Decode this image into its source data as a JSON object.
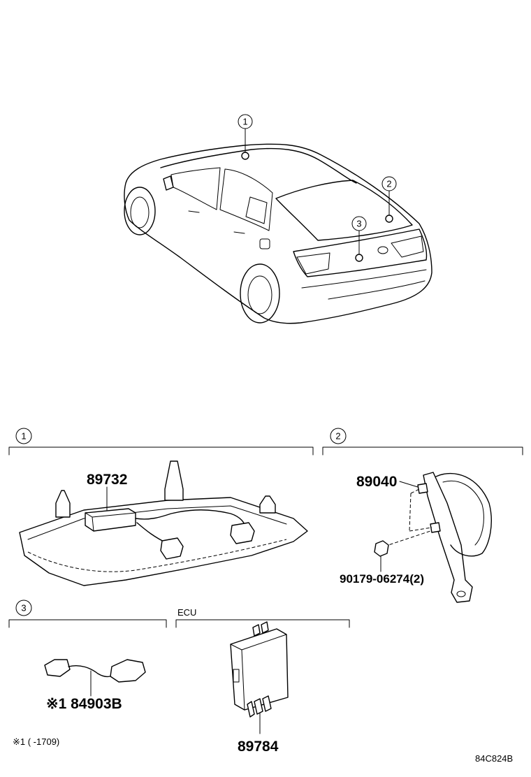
{
  "callouts": {
    "c1": "1",
    "c2": "2",
    "c3": "3"
  },
  "sections": {
    "s1": {
      "number": "1",
      "part": "89732"
    },
    "s2": {
      "number": "2",
      "part": "89040",
      "part2": "90179-06274(2)"
    },
    "s3": {
      "number": "3",
      "part": "※1 84903B"
    },
    "ecu": {
      "label": "ECU",
      "part": "89784"
    }
  },
  "footnote": "※1 (     -1709)",
  "diagram_code": "84C824B"
}
